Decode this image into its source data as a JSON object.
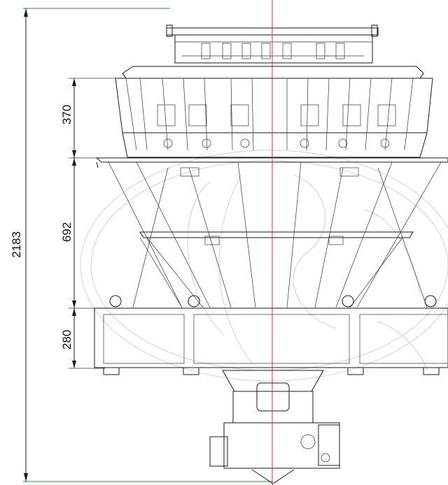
{
  "dimensions": {
    "overall_height": "2183",
    "hopper_section": "370",
    "chute_section": "692",
    "frame_section": "280"
  },
  "colors": {
    "line": "#1a1a1a",
    "centerline": "#e03030",
    "dimension_ext": "#2e8b2e",
    "watermark": "#d9d9d9"
  }
}
